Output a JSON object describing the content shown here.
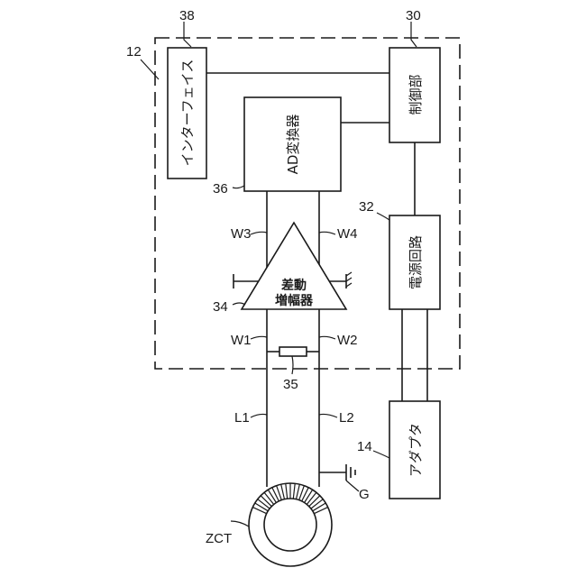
{
  "refs": {
    "housing": "12",
    "interface": "38",
    "controller": "30",
    "ad_converter": "36",
    "power_circuit": "32",
    "amplifier": "34",
    "resistor": "35",
    "adapter": "14"
  },
  "blocks": {
    "interface": "インターフェイス",
    "controller": "制御部",
    "ad_converter": "AD変換器",
    "power_circuit": "電源回路",
    "adapter": "アダプタ",
    "amplifier_line1": "差動",
    "amplifier_line2": "増幅器"
  },
  "wires": {
    "w1": "W1",
    "w2": "W2",
    "w3": "W3",
    "w4": "W4",
    "l1": "L1",
    "l2": "L2"
  },
  "ground": "G",
  "sensor": "ZCT"
}
